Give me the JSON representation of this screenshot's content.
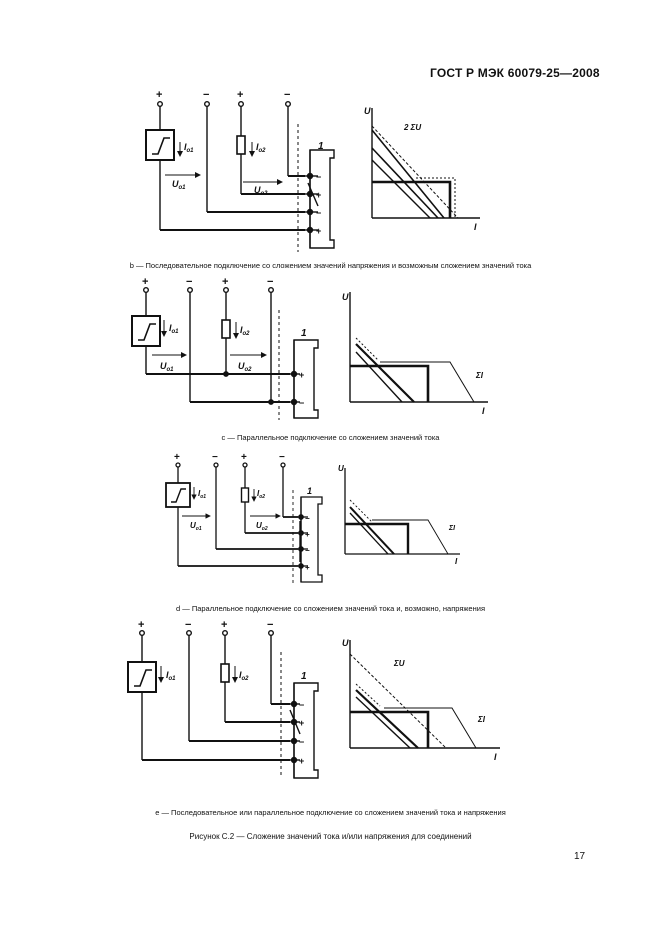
{
  "header": {
    "standard": "ГОСТ Р МЭК 60079-25—2008"
  },
  "figures": [
    {
      "id": "b",
      "caption": "b — Последовательное подключение со сложением значений напряжения и возможным сложением значений тока",
      "labels": {
        "plus": "+",
        "minus": "−",
        "plus_sign": "+",
        "minus_sign": "−",
        "i1": "I",
        "i1_sub": "o1",
        "i2": "I",
        "i2_sub": "o2",
        "u1": "U",
        "u1_sub": "o1",
        "u2": "U",
        "u2_sub": "o2",
        "node": "1",
        "axis_u": "U",
        "axis_i": "I",
        "sum": "2 ΣU"
      }
    },
    {
      "id": "c",
      "caption": "c — Параллельное подключение со сложением значений тока",
      "labels": {
        "plus": "+",
        "minus": "−",
        "plus_sign": "+",
        "minus_sign": "−",
        "i1": "I",
        "i1_sub": "o1",
        "i2": "I",
        "i2_sub": "o2",
        "u1": "U",
        "u1_sub": "o1",
        "u2": "U",
        "u2_sub": "o2",
        "node": "1",
        "axis_u": "U",
        "axis_i": "I",
        "sum": "ΣI"
      }
    },
    {
      "id": "d",
      "caption": "d — Параллельное подключение со сложением значений тока и, возможно, напряжения",
      "labels": {
        "plus": "+",
        "minus": "−",
        "plus_sign": "+",
        "minus_sign": "−",
        "i1": "I",
        "i1_sub": "o1",
        "i2": "I",
        "i2_sub": "o2",
        "u1": "U",
        "u1_sub": "o1",
        "u2": "U",
        "u2_sub": "o2",
        "node": "1",
        "axis_u": "U",
        "axis_i": "I",
        "sum": "ΣI"
      }
    },
    {
      "id": "e",
      "caption": "e — Последовательное или параллельное подключение со сложением значений тока и напряжения",
      "labels": {
        "plus": "+",
        "minus": "−",
        "plus_sign": "+",
        "minus_sign": "−",
        "i1": "I",
        "i1_sub": "o1",
        "i2": "I",
        "i2_sub": "o2",
        "node": "1",
        "axis_u": "U",
        "axis_i": "I",
        "sum_u": "ΣU",
        "sum_i": "ΣI"
      }
    }
  ],
  "figure_caption": "Рисунок С.2 — Сложение значений тока и/или напряжения для соединений",
  "page_number": "17"
}
